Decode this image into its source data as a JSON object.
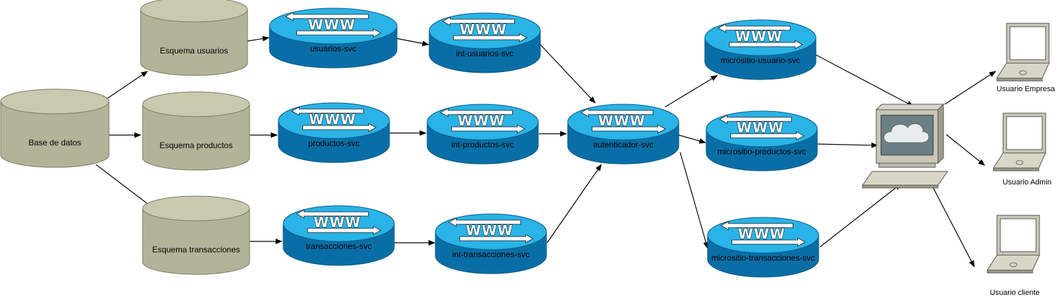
{
  "colors": {
    "db_top": "#c9c9b0",
    "db_side": "#b3b399",
    "router_top": "#29b3e6",
    "router_side": "#0a6ea6",
    "arrow": "#000000"
  },
  "icon_text": "WWW",
  "databases": [
    {
      "id": "base",
      "label": "Base de datos",
      "icon": "database-icon"
    },
    {
      "id": "esq_usuarios",
      "label": "Esquema usuarios",
      "icon": "database-icon"
    },
    {
      "id": "esq_productos",
      "label": "Esquema productos",
      "icon": "database-icon"
    },
    {
      "id": "esq_transacciones",
      "label": "Esquema transacciones",
      "icon": "database-icon"
    }
  ],
  "services": [
    {
      "id": "usuarios",
      "label": "usuarios-svc",
      "icon": "www-router-icon"
    },
    {
      "id": "productos",
      "label": "productos-svc",
      "icon": "www-router-icon"
    },
    {
      "id": "transacciones",
      "label": "transacciones-svc",
      "icon": "www-router-icon"
    },
    {
      "id": "int_usuarios",
      "label": "int-usuarios-svc",
      "icon": "www-router-icon"
    },
    {
      "id": "int_productos",
      "label": "int-productos-svc",
      "icon": "www-router-icon"
    },
    {
      "id": "int_transacciones",
      "label": "int-transacciones-svc",
      "icon": "www-router-icon"
    },
    {
      "id": "autenticador",
      "label": "autenticador-svc",
      "icon": "www-router-icon"
    },
    {
      "id": "ms_usuario",
      "label": "micrositio-usuario-svc",
      "icon": "www-router-icon"
    },
    {
      "id": "ms_productos",
      "label": "micrositio-productos-svc",
      "icon": "www-router-icon"
    },
    {
      "id": "ms_transacciones",
      "label": "micrositio-transacciones-svc",
      "icon": "www-router-icon"
    }
  ],
  "terminal": {
    "id": "terminal",
    "icon": "web-terminal-icon"
  },
  "users": [
    {
      "id": "u_empresa",
      "label": "Usuario Empresa",
      "icon": "laptop-icon"
    },
    {
      "id": "u_admin",
      "label": "Usuario Admin",
      "icon": "laptop-icon"
    },
    {
      "id": "u_cliente",
      "label": "Usuario cliente",
      "icon": "laptop-icon"
    }
  ],
  "connections": [
    [
      "base",
      "esq_usuarios"
    ],
    [
      "base",
      "esq_productos"
    ],
    [
      "base",
      "esq_transacciones"
    ],
    [
      "esq_usuarios",
      "usuarios"
    ],
    [
      "esq_productos",
      "productos"
    ],
    [
      "esq_transacciones",
      "transacciones"
    ],
    [
      "usuarios",
      "int_usuarios"
    ],
    [
      "productos",
      "int_productos"
    ],
    [
      "transacciones",
      "int_transacciones"
    ],
    [
      "int_usuarios",
      "autenticador"
    ],
    [
      "int_productos",
      "autenticador"
    ],
    [
      "int_transacciones",
      "autenticador"
    ],
    [
      "autenticador",
      "ms_usuario"
    ],
    [
      "autenticador",
      "ms_productos"
    ],
    [
      "autenticador",
      "ms_transacciones"
    ],
    [
      "ms_usuario",
      "terminal"
    ],
    [
      "ms_productos",
      "terminal"
    ],
    [
      "ms_transacciones",
      "terminal"
    ],
    [
      "terminal",
      "u_empresa"
    ],
    [
      "terminal",
      "u_admin"
    ],
    [
      "terminal",
      "u_cliente"
    ]
  ]
}
